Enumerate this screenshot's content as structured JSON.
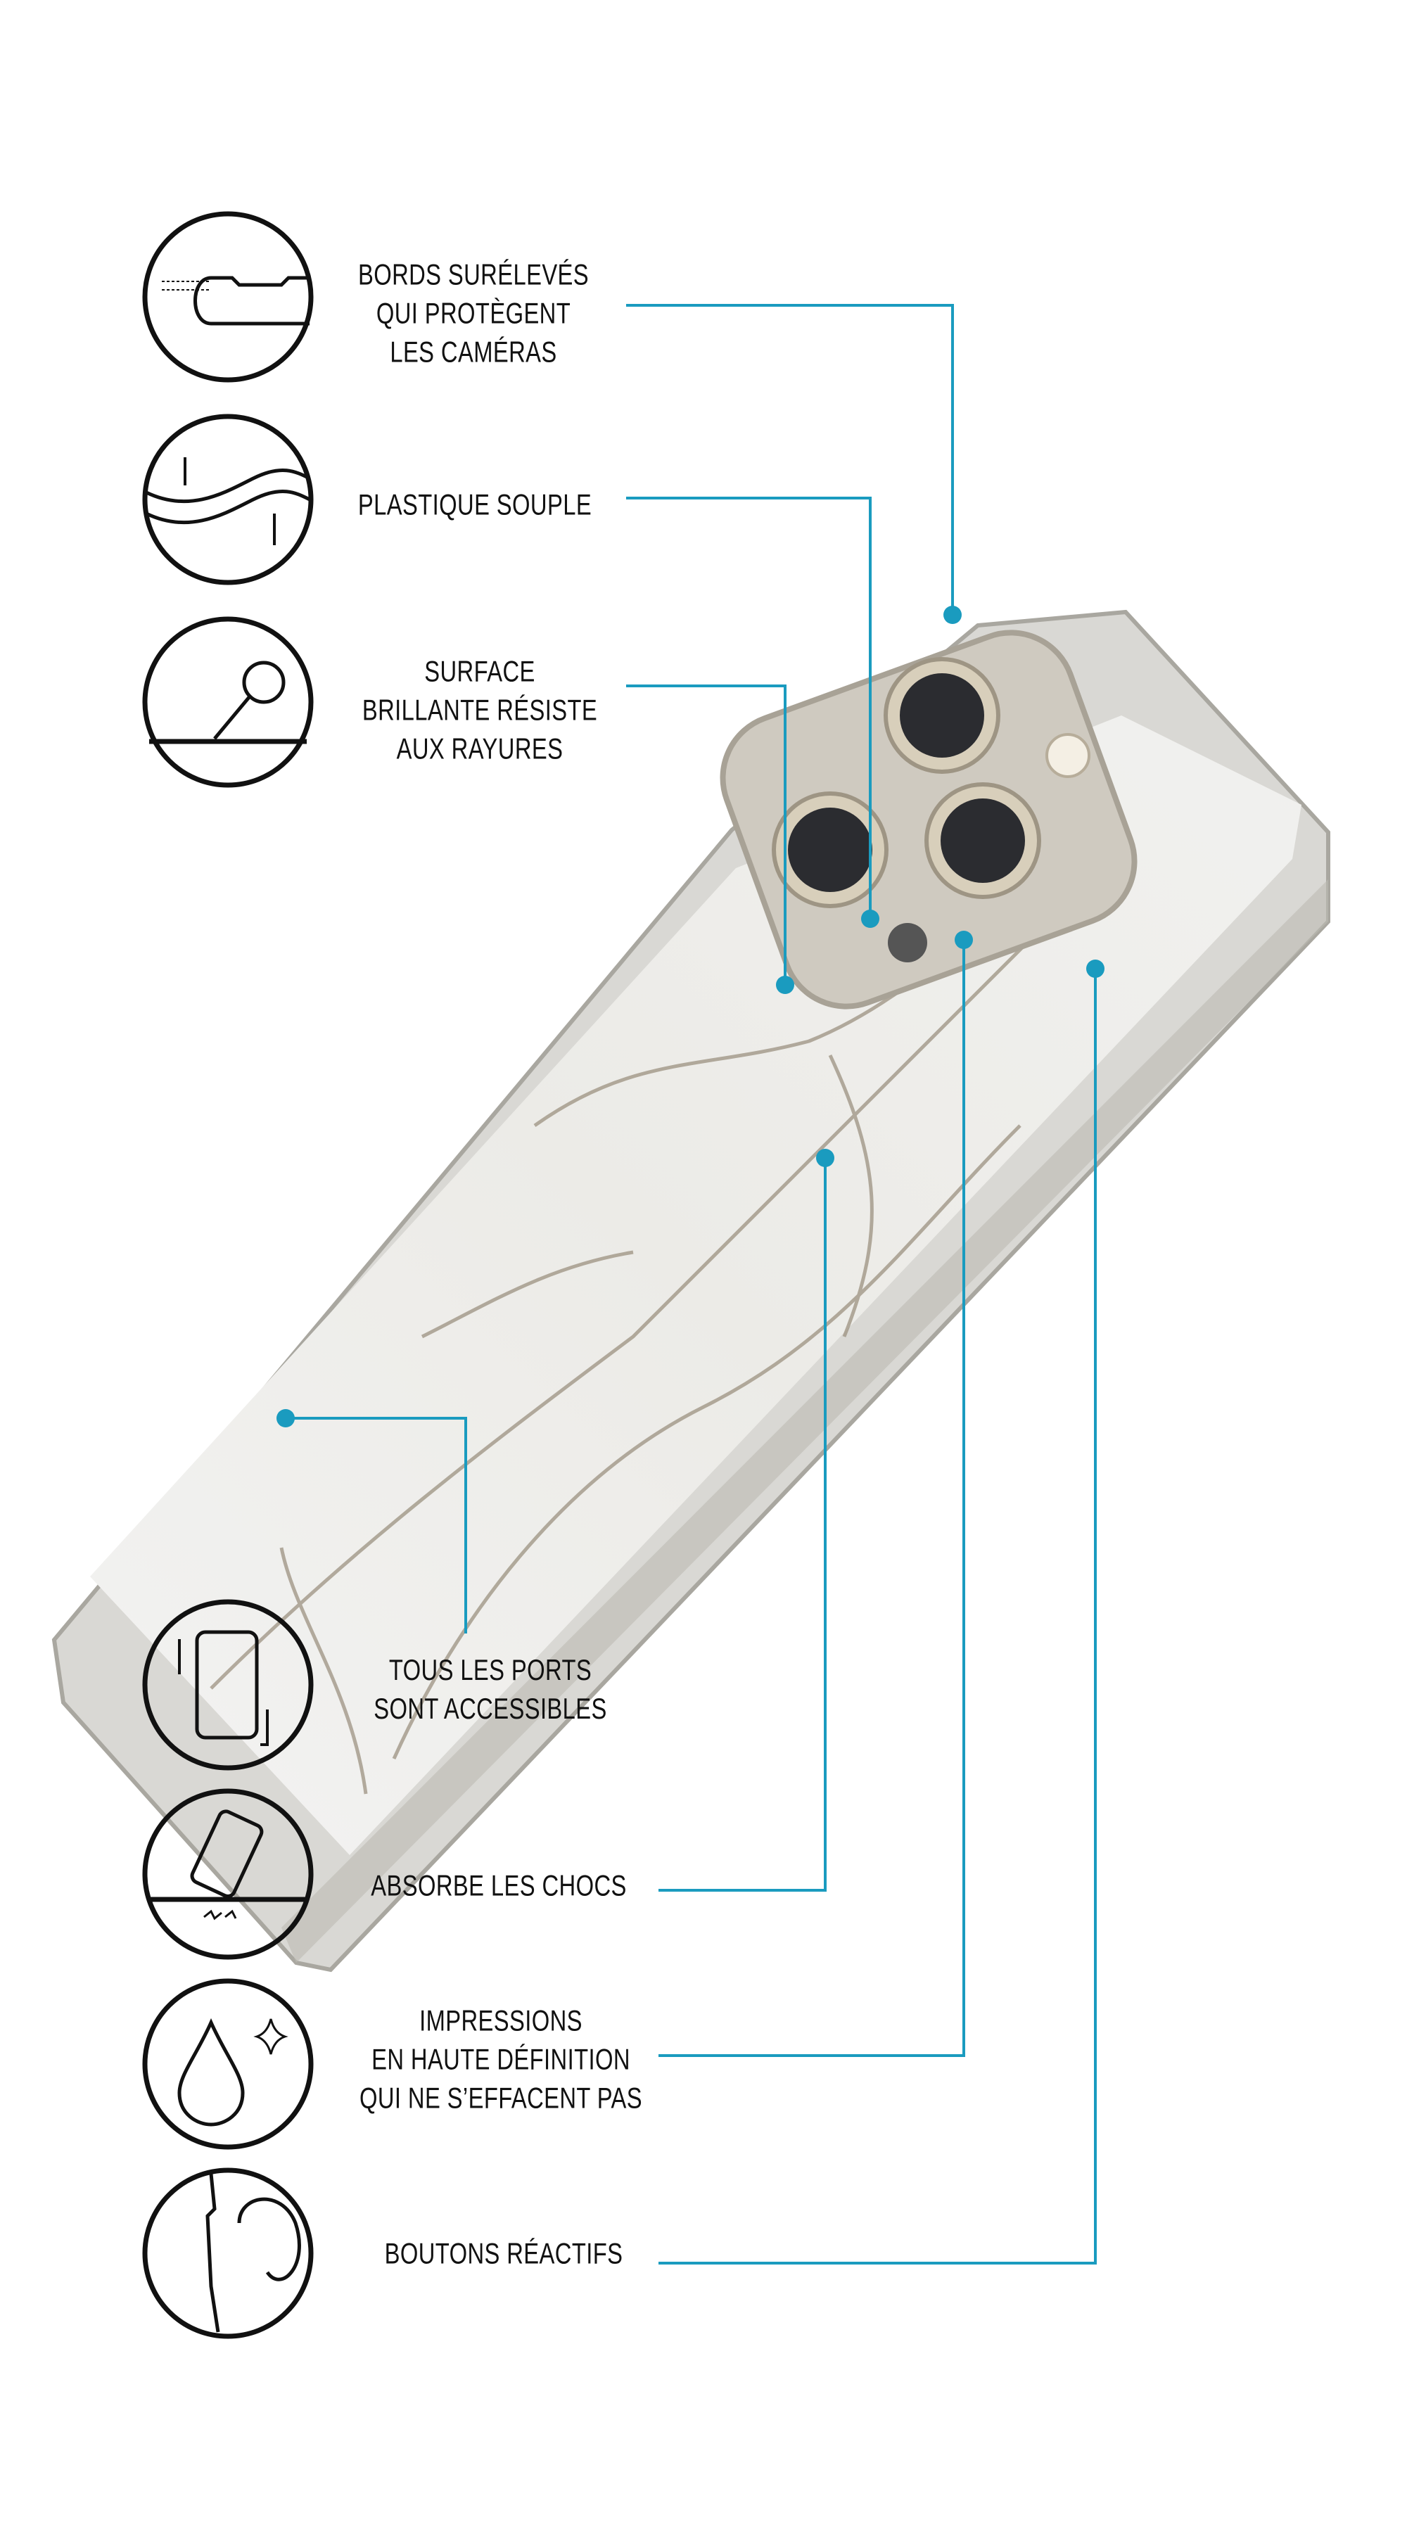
{
  "accent_color": "#1a9bbf",
  "features": [
    {
      "icon": "raised-edges-icon",
      "lines": [
        "BORDS SURÉLEVÉS",
        "QUI PROTÈGENT",
        "LES CAMÉRAS"
      ]
    },
    {
      "icon": "flexible-plastic-icon",
      "lines": [
        "PLASTIQUE SOUPLE"
      ]
    },
    {
      "icon": "scratch-resistant-icon",
      "lines": [
        "SURFACE",
        "BRILLANTE RÉSISTE",
        "AUX RAYURES"
      ]
    },
    {
      "icon": "ports-accessible-icon",
      "lines": [
        "TOUS LES PORTS",
        "SONT ACCESSIBLES"
      ]
    },
    {
      "icon": "shock-absorb-icon",
      "lines": [
        "ABSORBE LES CHOCS"
      ]
    },
    {
      "icon": "hd-print-icon",
      "lines": [
        "IMPRESSIONS",
        "EN HAUTE DÉFINITION",
        "QUI NE S’EFFACENT PAS"
      ]
    },
    {
      "icon": "responsive-buttons-icon",
      "lines": [
        "BOUTONS RÉACTIFS"
      ]
    }
  ]
}
